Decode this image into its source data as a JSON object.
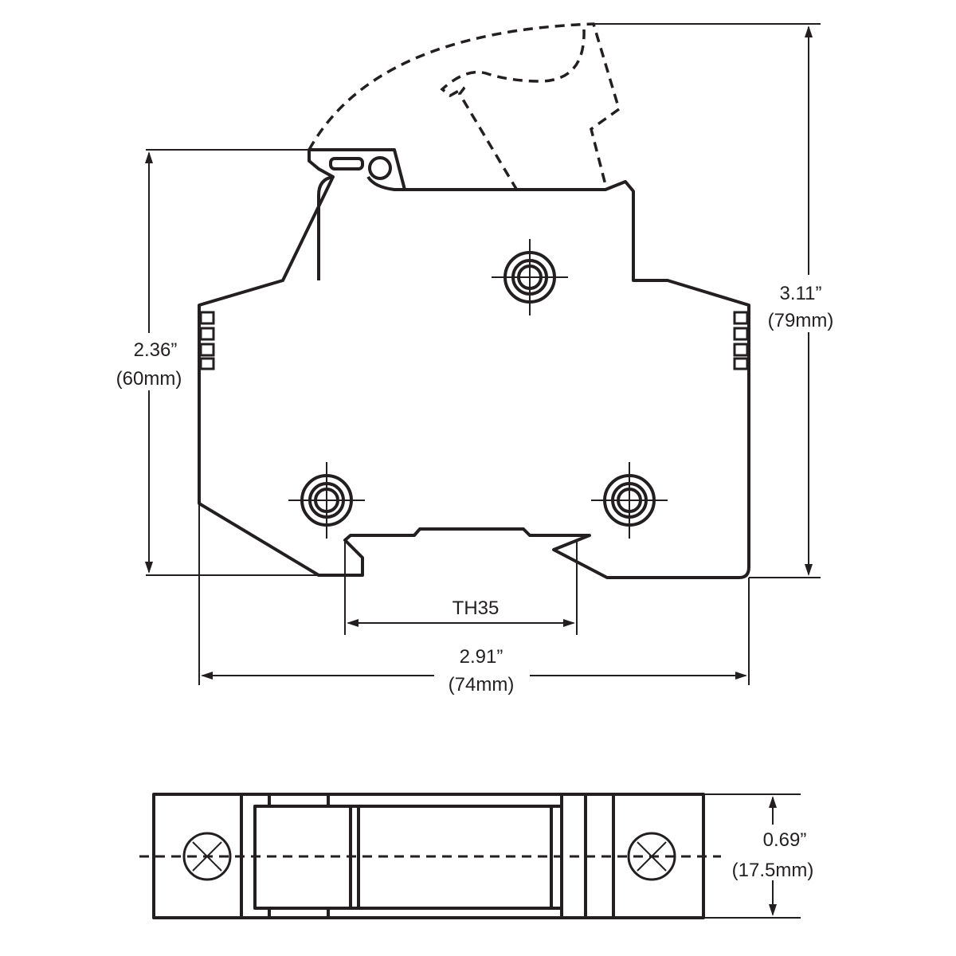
{
  "dimensions": {
    "height_body": {
      "inch": "2.36”",
      "mm": "(60mm)"
    },
    "height_total": {
      "inch": "3.11”",
      "mm": "(79mm)"
    },
    "rail": {
      "label": "TH35"
    },
    "width": {
      "inch": "2.91”",
      "mm": "(74mm)"
    },
    "thickness": {
      "inch": "0.69”",
      "mm": "(17.5mm)"
    }
  },
  "colors": {
    "line": "#231f20",
    "background": "#ffffff"
  }
}
